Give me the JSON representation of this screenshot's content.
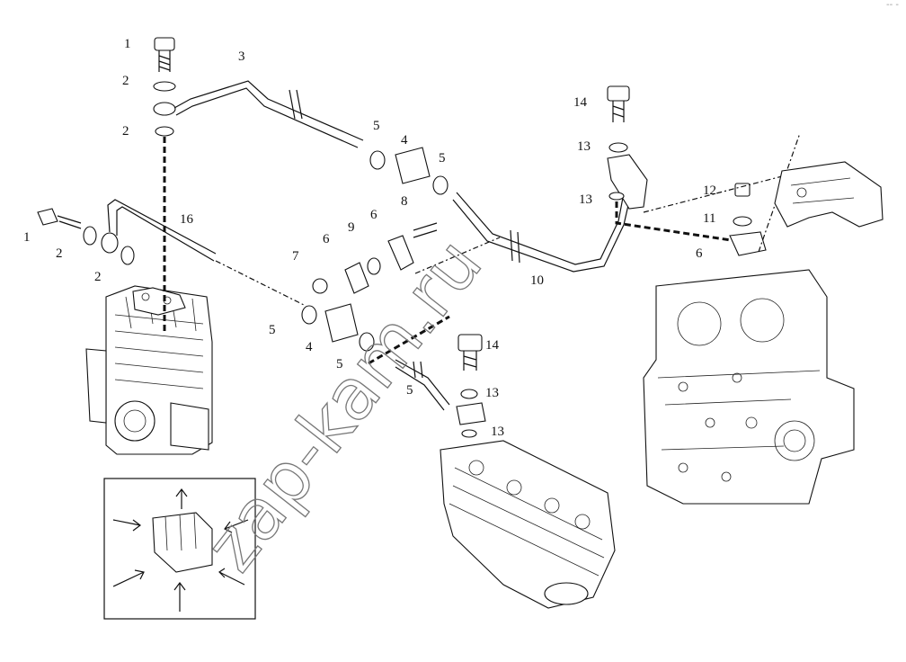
{
  "watermark": "zap-kam.ru",
  "corner_mark": "-- -",
  "callouts": [
    {
      "id": "c1a",
      "text": "1"
    },
    {
      "id": "c2a",
      "text": "2"
    },
    {
      "id": "c2b",
      "text": "2"
    },
    {
      "id": "c3",
      "text": "3"
    },
    {
      "id": "c5a",
      "text": "5"
    },
    {
      "id": "c4a",
      "text": "4"
    },
    {
      "id": "c5b",
      "text": "5"
    },
    {
      "id": "c8",
      "text": "8"
    },
    {
      "id": "c1b",
      "text": "1"
    },
    {
      "id": "c2c",
      "text": "2"
    },
    {
      "id": "c2d",
      "text": "2"
    },
    {
      "id": "c16",
      "text": "16"
    },
    {
      "id": "c6a",
      "text": "6"
    },
    {
      "id": "c9",
      "text": "9"
    },
    {
      "id": "c6b",
      "text": "6"
    },
    {
      "id": "c7",
      "text": "7"
    },
    {
      "id": "c5c",
      "text": "5"
    },
    {
      "id": "c4b",
      "text": "4"
    },
    {
      "id": "c5d",
      "text": "5"
    },
    {
      "id": "c5e",
      "text": "5"
    },
    {
      "id": "c14a",
      "text": "14"
    },
    {
      "id": "c13a",
      "text": "13"
    },
    {
      "id": "c13b",
      "text": "13"
    },
    {
      "id": "c10",
      "text": "10"
    },
    {
      "id": "c12",
      "text": "12"
    },
    {
      "id": "c11",
      "text": "11"
    },
    {
      "id": "c6c",
      "text": "6"
    },
    {
      "id": "c14b",
      "text": "14"
    },
    {
      "id": "c13c",
      "text": "13"
    },
    {
      "id": "c13d",
      "text": "13"
    }
  ]
}
